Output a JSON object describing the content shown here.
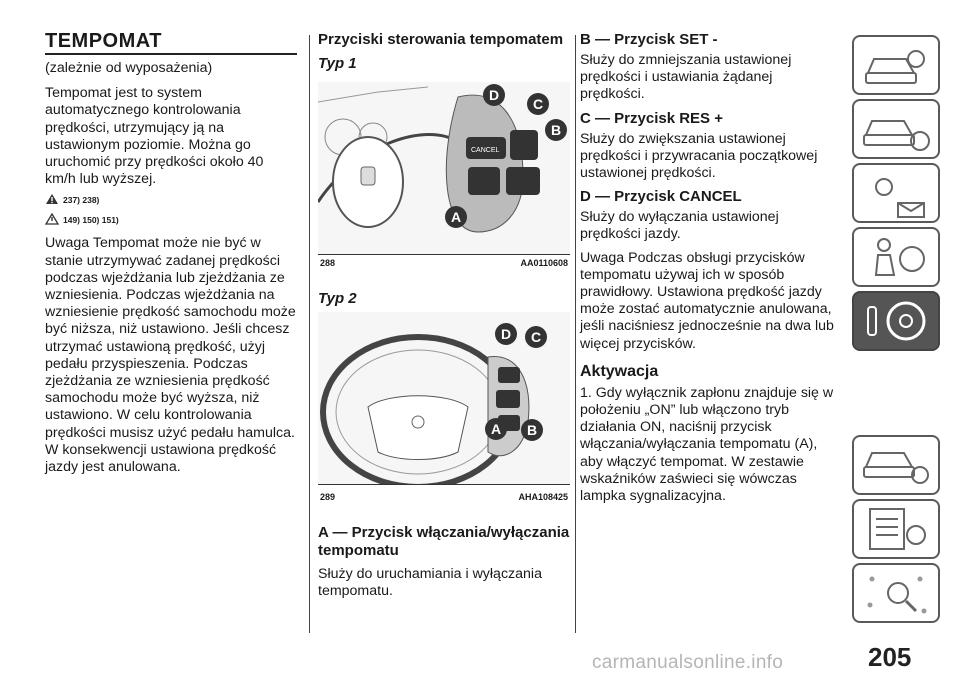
{
  "title": "TEMPOMAT",
  "col1": {
    "subtitle": "(zależnie od wyposażenia)",
    "intro": "Tempomat jest to system automatycznego kontrolowania prędkości, utrzymujący ją na ustawionym poziomie. Można go uruchomić przy prędkości około 40 km/h lub wyższej.",
    "warn1": "237) 238)",
    "warn2": "149) 150) 151)",
    "body": "Uwaga Tempomat może nie być w stanie utrzymywać zadanej prędkości podczas wjeżdżania lub zjeżdżania ze wzniesienia. Podczas wjeżdżania na wzniesienie prędkość samochodu może być niższa, niż ustawiono. Jeśli chcesz utrzymać ustawioną prędkość, użyj pedału przyspieszenia. Podczas zjeżdżania ze wzniesienia prędkość samochodu może być wyższa, niż ustawiono. W celu kontrolowania prędkości musisz użyć pedału hamulca. W konsekwencji ustawiona prędkość jazdy jest anulowana."
  },
  "col2": {
    "heading": "Przyciski sterowania tempomatem",
    "type1": "Typ 1",
    "fig1_num": "288",
    "fig1_code": "AA0110608",
    "fig1_labels": [
      "D",
      "C",
      "B",
      "A"
    ],
    "fig1_btn_cancel": "CANCEL",
    "type2": "Typ 2",
    "fig2_num": "289",
    "fig2_code": "AHA108425",
    "fig2_labels": [
      "D",
      "C",
      "A",
      "B"
    ],
    "a_heading": "A — Przycisk włączania/wyłączania tempomatu",
    "a_text": "Służy do uruchamiania i wyłączania tempomatu."
  },
  "col3": {
    "b_heading": "B — Przycisk SET -",
    "b_text": "Służy do zmniejszania ustawionej prędkości i ustawiania żądanej prędkości.",
    "c_heading": "C — Przycisk RES +",
    "c_text": "Służy do zwiększania ustawionej prędkości i przywracania początkowej ustawionej prędkości.",
    "d_heading": "D — Przycisk CANCEL",
    "d_text": "Służy do wyłączania ustawionej prędkości jazdy.",
    "note": "Uwaga Podczas obsługi przycisków tempomatu używaj ich w sposób prawidłowy. Ustawiona prędkość jazdy może zostać automatycznie anulowana, jeśli naciśniesz jednocześnie na dwa lub więcej przycisków.",
    "act_heading": "Aktywacja",
    "act_text": "1. Gdy wyłącznik zapłonu znajduje się w położeniu „ON” lub włączono tryb działania ON, naciśnij przycisk włączania/wyłączania tempomatu (A), aby włączyć tempomat. W zestawie wskaźników zaświeci się wówczas lampka sygnalizacyjna."
  },
  "page_number": "205",
  "watermark": "carmanualsonline.info",
  "side_tabs": [
    "car-info-icon",
    "car-warning-icon",
    "lights-messages-icon",
    "airbag-safety-icon",
    "steering-wheel-key-icon",
    "car-emergency-icon",
    "service-checklist-icon",
    "technical-data-icon",
    "index-alphabet-icon"
  ],
  "colors": {
    "text": "#1a1a1a",
    "tab_border": "#5a5a5a",
    "tab_active": "#555555",
    "badge": "#333333"
  }
}
